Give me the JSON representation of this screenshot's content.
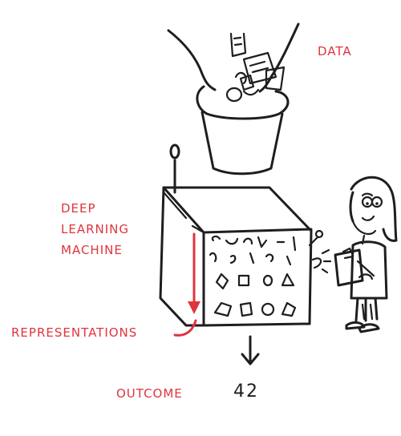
{
  "labels": {
    "data": "DATA",
    "deep": "DEEP",
    "learning": "LEARNING",
    "machine": "MACHINE",
    "representations": "REPRESENTATIONS",
    "outcome": "OUTCOME"
  },
  "outcome_value": "42",
  "colors": {
    "ink": "#1e1e1e",
    "accent": "#e0343d"
  },
  "icons": {
    "funnel": "funnel-icon",
    "machine": "machine-box-icon",
    "person": "person-with-clipboard-icon",
    "arrow": "down-arrow-icon"
  }
}
